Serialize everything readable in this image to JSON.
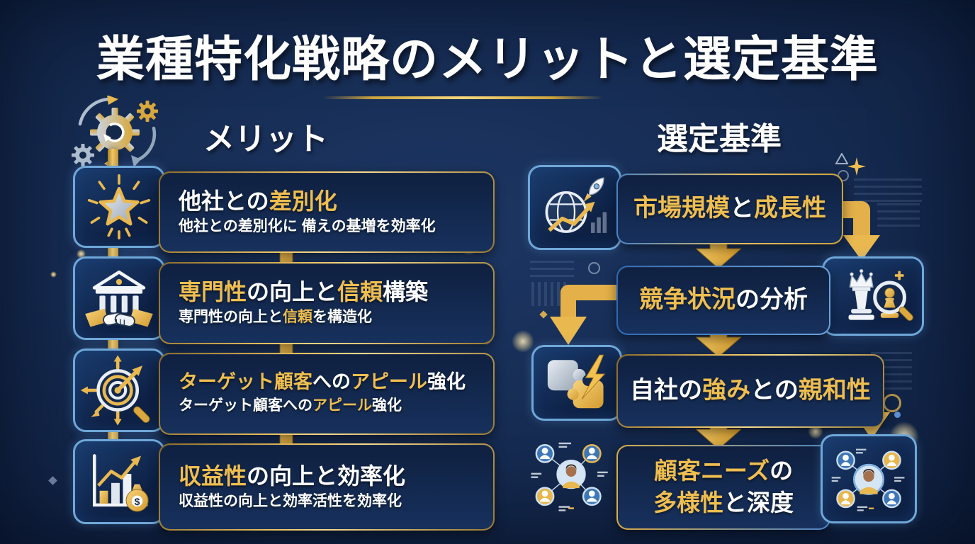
{
  "title": "業種特化戦略のメリットと選定基準",
  "colors": {
    "background_navy": "#152B52",
    "gold_accent": "#EFBE50",
    "gold_deep": "#C9962F",
    "text_white": "#FFFFFF",
    "icon_box_border_blue": "#6FA8D8",
    "box_border_gold": "#ECC25F",
    "box_border_blue": "#2F6AB5"
  },
  "left": {
    "header": "メリット",
    "column_icon": "gears-sync-icon",
    "items": [
      {
        "icon": "star-burst-icon",
        "title": [
          {
            "t": "他社との",
            "c": "w"
          },
          {
            "t": "差別化",
            "c": "g"
          }
        ],
        "subtitle": [
          {
            "t": "他社との差別化に 備えの基増を効率化",
            "c": "w"
          }
        ]
      },
      {
        "icon": "bank-handshake-icon",
        "title": [
          {
            "t": "専門性",
            "c": "g"
          },
          {
            "t": "の向上と",
            "c": "w"
          },
          {
            "t": "信頼",
            "c": "g"
          },
          {
            "t": "構築",
            "c": "w"
          }
        ],
        "subtitle": [
          {
            "t": "専門性の向上と",
            "c": "w"
          },
          {
            "t": "信頼",
            "c": "g"
          },
          {
            "t": "を構造化",
            "c": "w"
          }
        ]
      },
      {
        "icon": "target-arrow-icon",
        "title": [
          {
            "t": "ターゲット顧客",
            "c": "g"
          },
          {
            "t": "への",
            "c": "w"
          },
          {
            "t": "アピール",
            "c": "g"
          },
          {
            "t": "強化",
            "c": "w"
          }
        ],
        "subtitle": [
          {
            "t": "ターゲット顧客への",
            "c": "w"
          },
          {
            "t": "アピール",
            "c": "g"
          },
          {
            "t": "強化",
            "c": "w"
          }
        ]
      },
      {
        "icon": "chart-money-icon",
        "title": [
          {
            "t": "収益性",
            "c": "g"
          },
          {
            "t": "の向上と効率化",
            "c": "w"
          }
        ],
        "subtitle": [
          {
            "t": "収益性の向上と効率活性を効率化",
            "c": "w"
          }
        ]
      }
    ]
  },
  "right": {
    "header": "選定基準",
    "steps": [
      {
        "icon": "globe-rocket-growth-icon",
        "title": [
          {
            "t": "市場規模",
            "c": "g"
          },
          {
            "t": "と",
            "c": "w"
          },
          {
            "t": "成長性",
            "c": "g"
          }
        ]
      },
      {
        "icon": "chess-magnifier-icon",
        "title": [
          {
            "t": "競争状況",
            "c": "g"
          },
          {
            "t": "の分析",
            "c": "w"
          }
        ]
      },
      {
        "icon": "puzzle-lightning-icon",
        "title": [
          {
            "t": "自社の",
            "c": "w"
          },
          {
            "t": "強み",
            "c": "g"
          },
          {
            "t": "との",
            "c": "w"
          },
          {
            "t": "親和性",
            "c": "g"
          }
        ]
      },
      {
        "icon": "people-network-icon",
        "title_line1": [
          {
            "t": "顧客ニーズ",
            "c": "g"
          },
          {
            "t": "の",
            "c": "w"
          }
        ],
        "title_line2": [
          {
            "t": "多様性",
            "c": "g"
          },
          {
            "t": "と深度",
            "c": "w"
          }
        ]
      }
    ]
  }
}
